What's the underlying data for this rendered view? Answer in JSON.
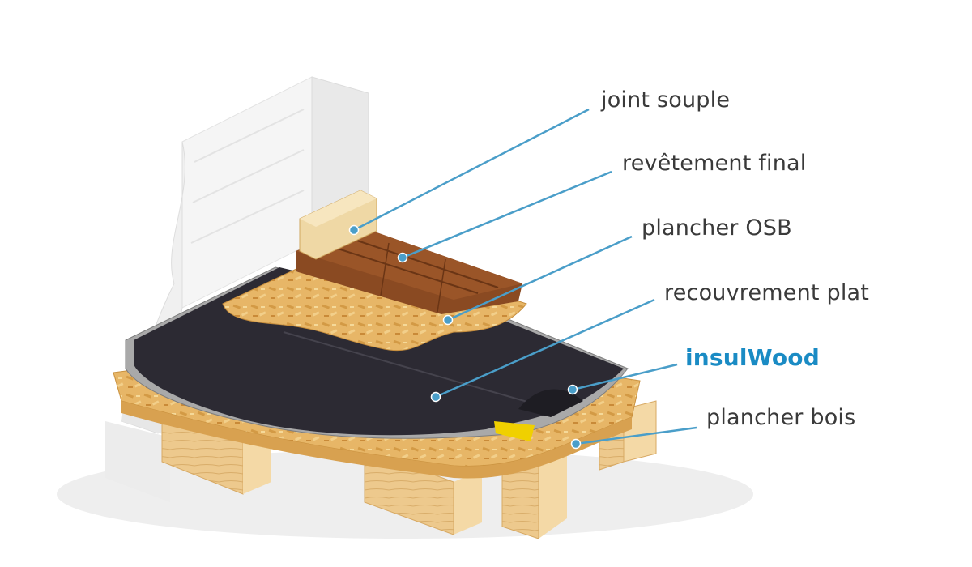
{
  "colors": {
    "leader": "#4a9ec9",
    "highlight": "#1a8bc4",
    "label": "#3a3a3a",
    "membrane": "#2c2a33",
    "osb": "#e7b667",
    "wood": "#8a4a22",
    "joist": "#ecc98d",
    "wall": "#f2f2f2"
  },
  "labels": {
    "joint_souple": "joint souple",
    "revetement_final": "revêtement final",
    "plancher_osb": "plancher OSB",
    "recouvrement_plat": "recouvrement plat",
    "insulwood": "insulWood",
    "plancher_bois": "plancher bois"
  }
}
